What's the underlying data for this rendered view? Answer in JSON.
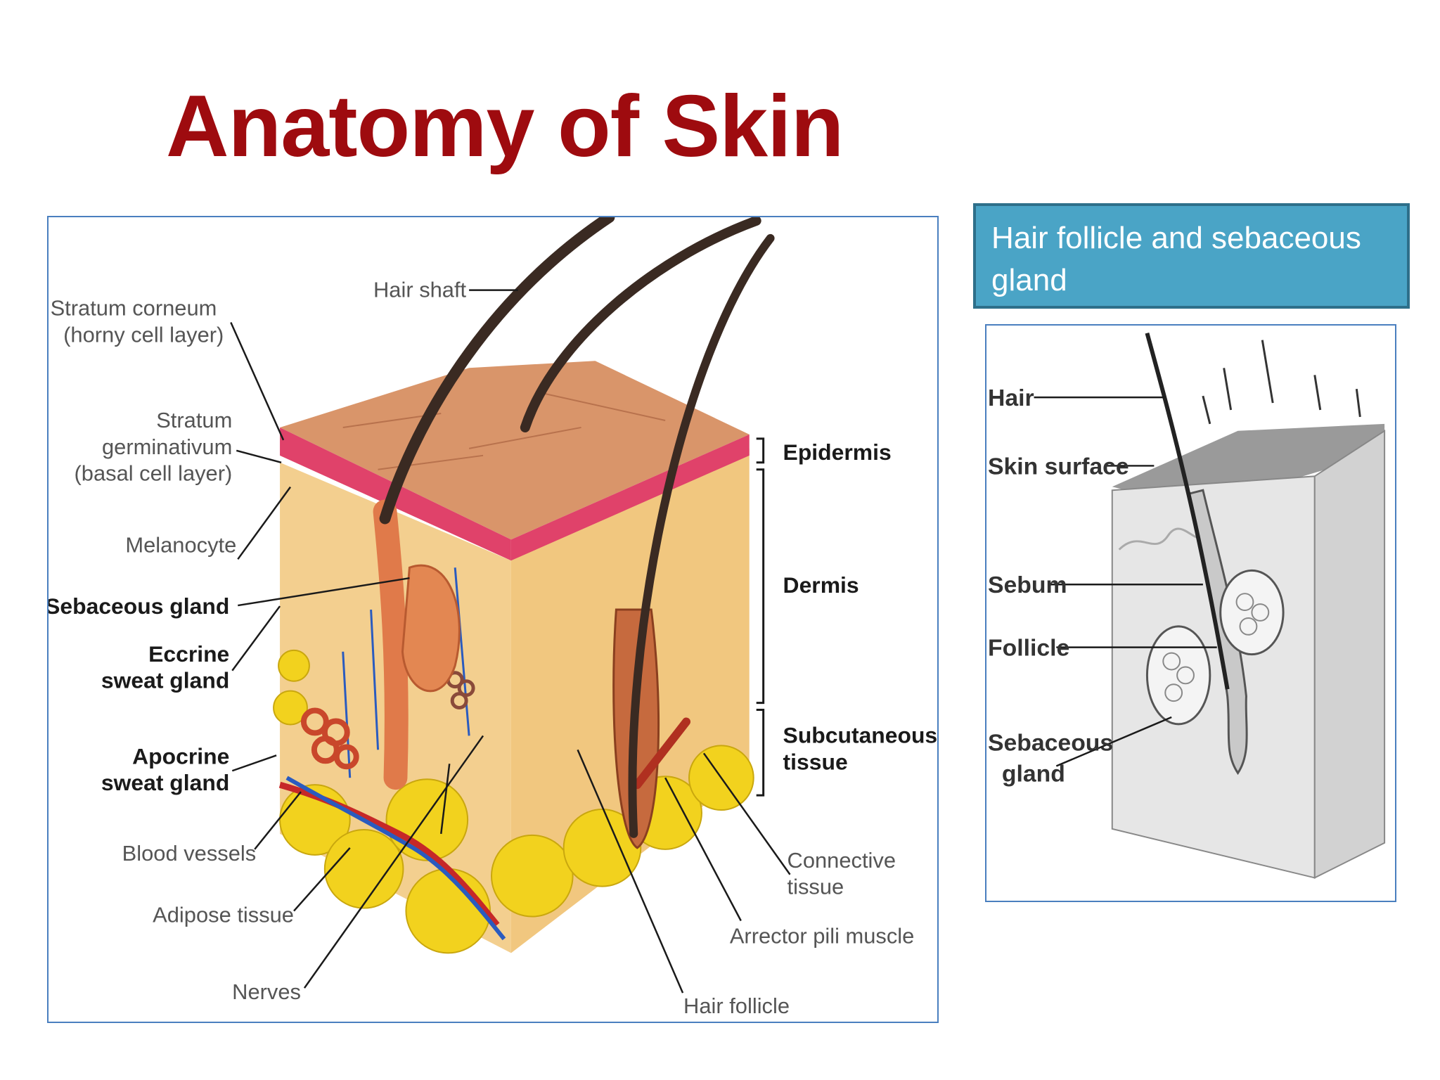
{
  "slide": {
    "title": "Anatomy of Skin"
  },
  "main_diagram": {
    "left_labels": {
      "stratum_corneum_1": "Stratum corneum",
      "stratum_corneum_2": "(horny cell layer)",
      "stratum_germinativum_1": "Stratum",
      "stratum_germinativum_2": "germinativum",
      "stratum_germinativum_3": "(basal cell layer)",
      "melanocyte": "Melanocyte",
      "sebaceous_gland": "Sebaceous gland",
      "eccrine_1": "Eccrine",
      "eccrine_2": "sweat gland",
      "apocrine_1": "Apocrine",
      "apocrine_2": "sweat gland",
      "blood_vessels": "Blood vessels",
      "adipose_tissue": "Adipose tissue",
      "nerves": "Nerves"
    },
    "top_labels": {
      "hair_shaft": "Hair shaft"
    },
    "right_labels": {
      "epidermis": "Epidermis",
      "dermis": "Dermis",
      "subcutaneous_1": "Subcutaneous",
      "subcutaneous_2": "tissue"
    },
    "bottom_labels": {
      "connective_1": "Connective",
      "connective_2": "tissue",
      "arrector_pili": "Arrector pili muscle",
      "hair_follicle": "Hair follicle"
    },
    "colors": {
      "epidermis_top": "#d9956a",
      "epidermis_band": "#e0426a",
      "dermis": "#f4d49a",
      "fat": "#f2d21e",
      "follicle": "#e07a4a"
    }
  },
  "caption": {
    "text": "Hair follicle and sebaceous gland"
  },
  "side_diagram": {
    "labels": {
      "hair": "Hair",
      "skin_surface": "Skin surface",
      "sebum": "Sebum",
      "follicle": "Follicle",
      "sebaceous_1": "Sebaceous",
      "sebaceous_2": "gland"
    }
  }
}
